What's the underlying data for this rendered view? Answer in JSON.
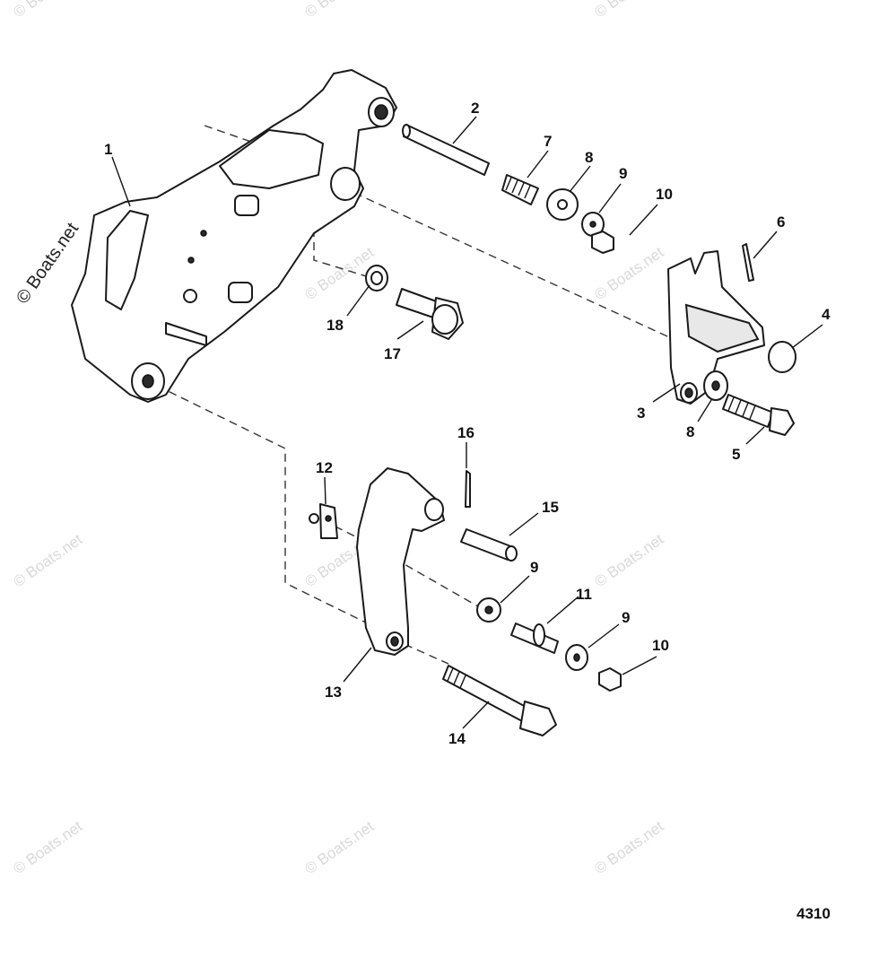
{
  "watermark": {
    "primary": "© Boats.net",
    "repeat": "© Boats.net"
  },
  "figure_number": "4310",
  "callouts": [
    {
      "id": "c1",
      "label": "1"
    },
    {
      "id": "c2",
      "label": "2"
    },
    {
      "id": "c3",
      "label": "3"
    },
    {
      "id": "c4",
      "label": "4"
    },
    {
      "id": "c5",
      "label": "5"
    },
    {
      "id": "c6",
      "label": "6"
    },
    {
      "id": "c7",
      "label": "7"
    },
    {
      "id": "c8a",
      "label": "8"
    },
    {
      "id": "c8b",
      "label": "8"
    },
    {
      "id": "c9a",
      "label": "9"
    },
    {
      "id": "c9b",
      "label": "9"
    },
    {
      "id": "c9c",
      "label": "9"
    },
    {
      "id": "c10a",
      "label": "10"
    },
    {
      "id": "c10b",
      "label": "10"
    },
    {
      "id": "c11",
      "label": "11"
    },
    {
      "id": "c12",
      "label": "12"
    },
    {
      "id": "c13",
      "label": "13"
    },
    {
      "id": "c14",
      "label": "14"
    },
    {
      "id": "c15",
      "label": "15"
    },
    {
      "id": "c16",
      "label": "16"
    },
    {
      "id": "c17",
      "label": "17"
    },
    {
      "id": "c18",
      "label": "18"
    }
  ],
  "colors": {
    "line": "#1a1a1a",
    "watermark": "#d9d9d9",
    "background": "#ffffff"
  }
}
